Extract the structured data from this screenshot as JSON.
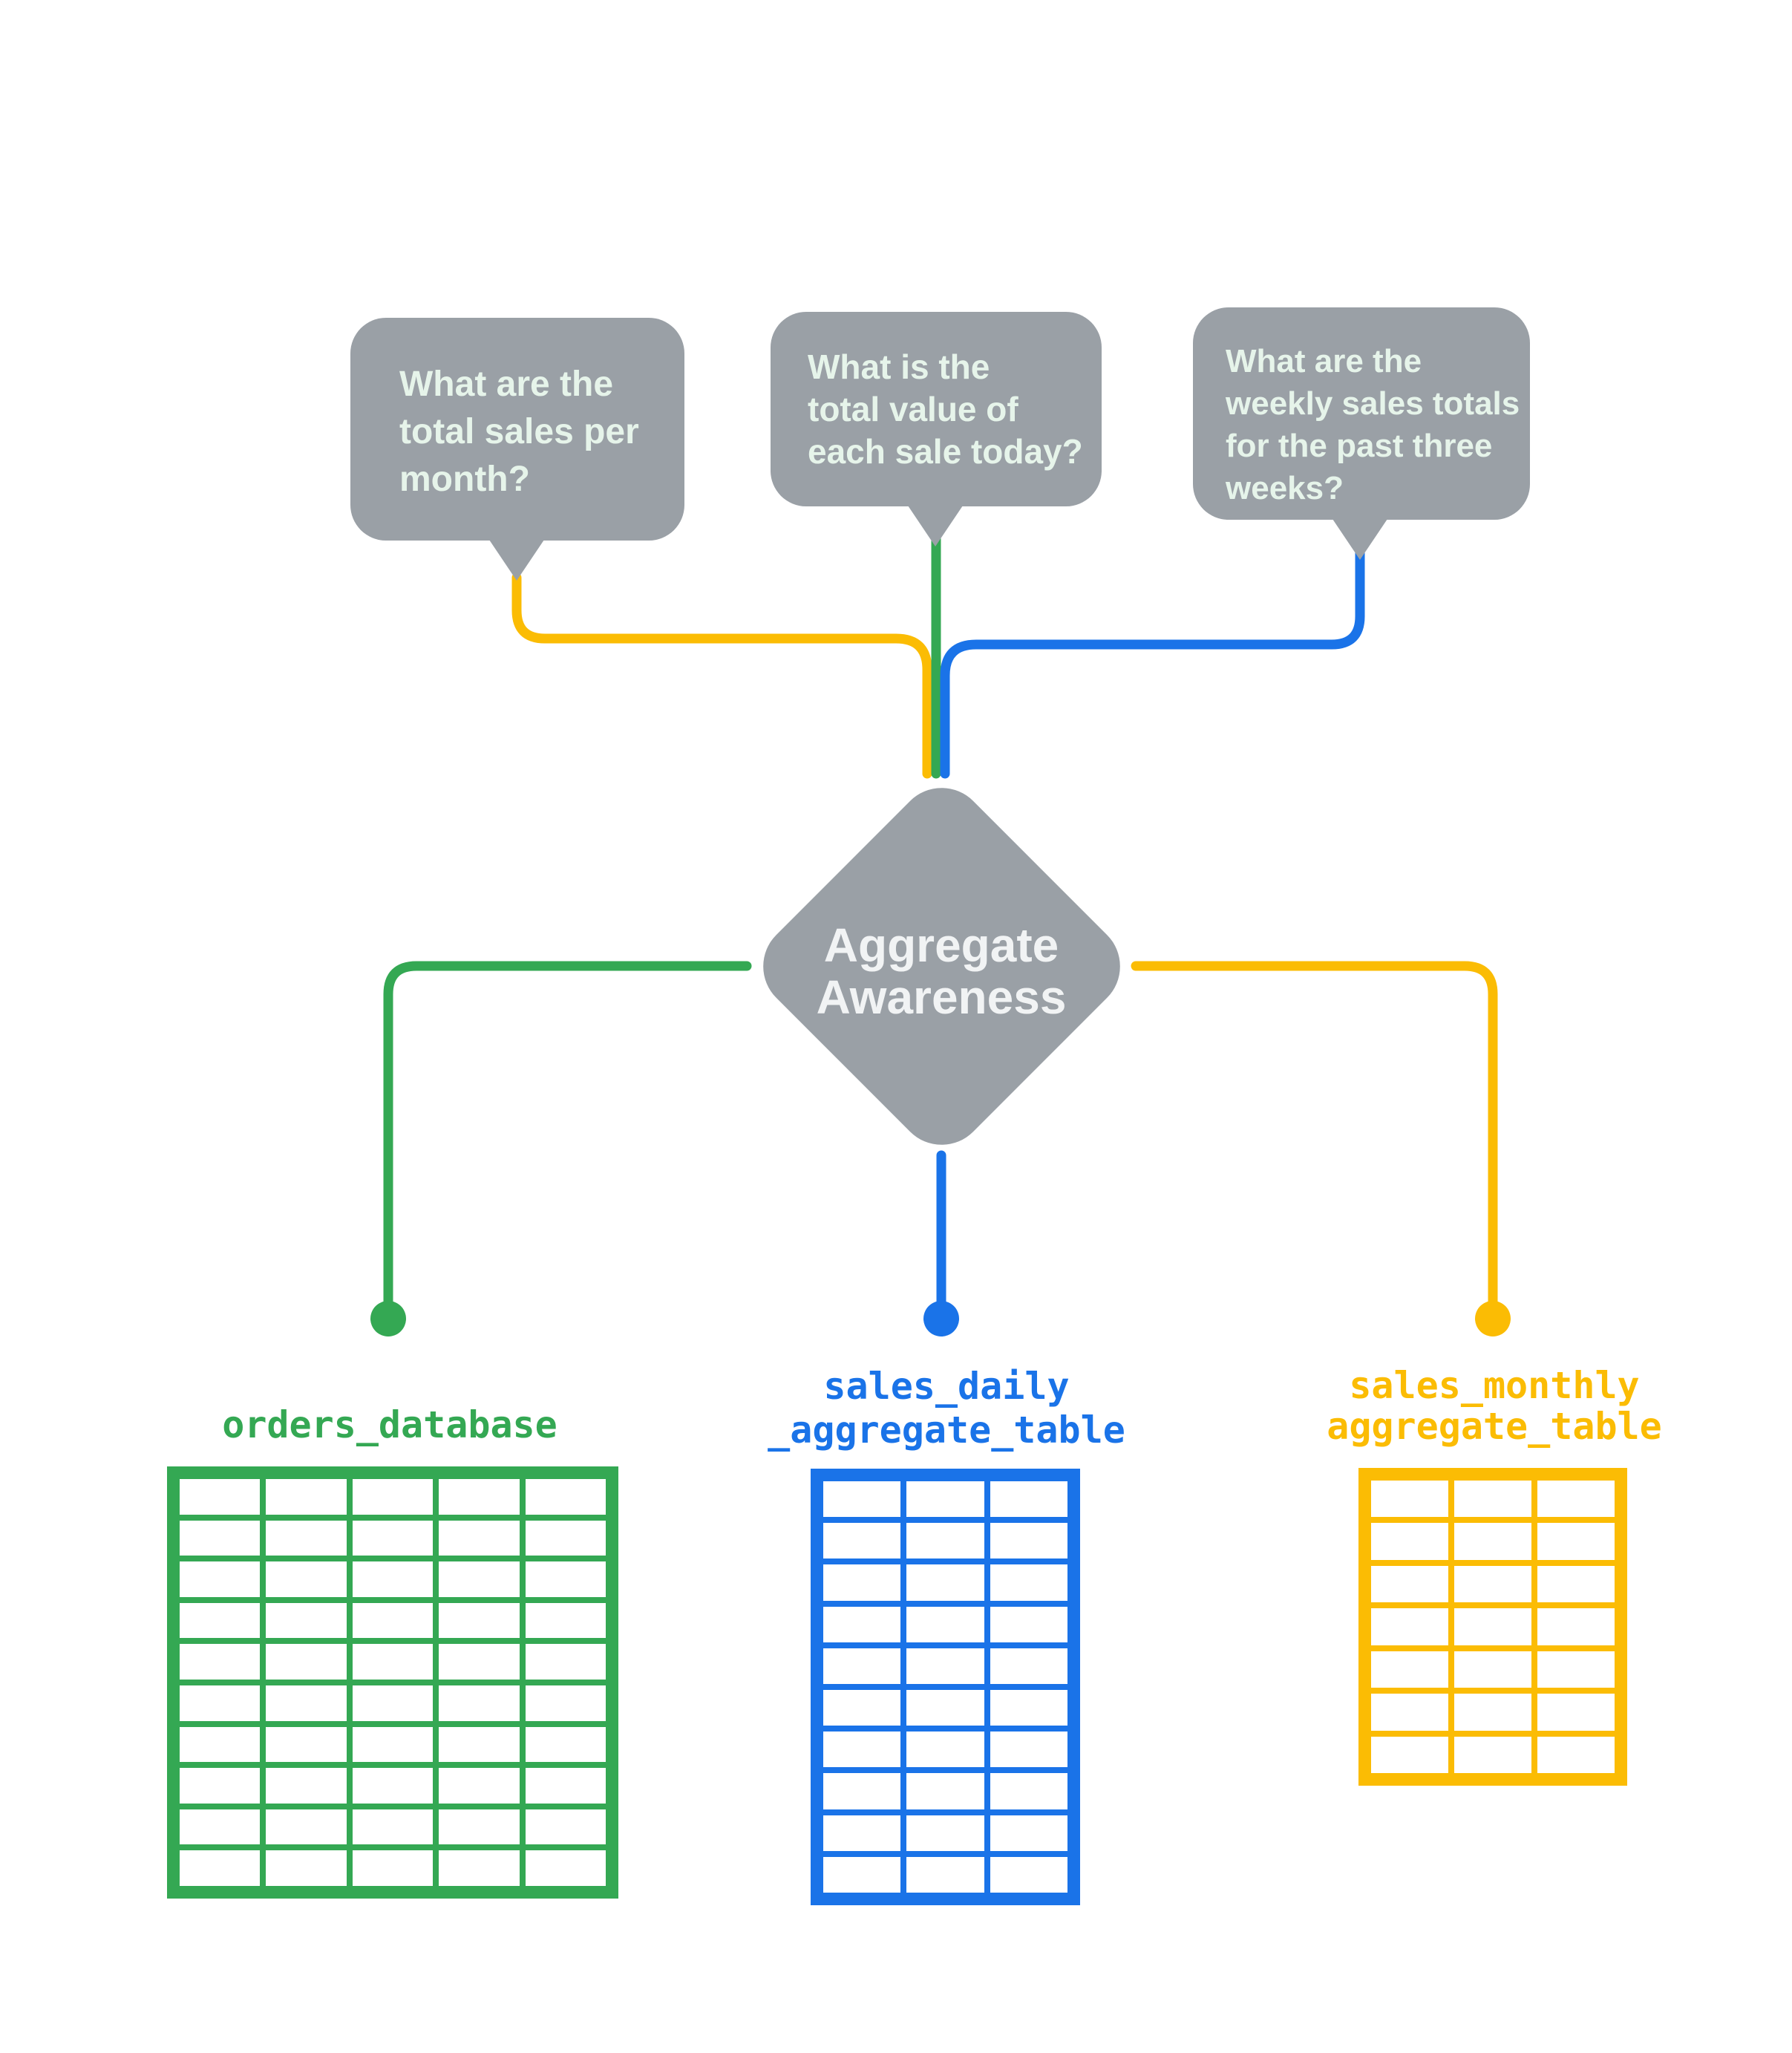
{
  "colors": {
    "background": "#FFFFFF",
    "gray": "#9AA0A6",
    "gray_text": "#E6F4EA",
    "diamond_text": "#F1F3F4",
    "green": "#34A853",
    "blue": "#1A73E8",
    "yellow": "#FBBC04"
  },
  "bubbles": {
    "monthly": {
      "text": "What are the\ntotal sales per\nmonth?",
      "connector_color": "#FBBC04"
    },
    "daily": {
      "text": "What is the\ntotal value of\neach sale today?",
      "connector_color": "#34A853"
    },
    "weekly": {
      "text": "What are the\nweekly sales totals\nfor the past three\nweeks?",
      "connector_color": "#1A73E8"
    }
  },
  "diamond": {
    "label": "Aggregate\nAwareness"
  },
  "tables": {
    "orders": {
      "label": "orders_database",
      "color": "#34A853",
      "columns": 5,
      "rows": 10
    },
    "daily_aggregate": {
      "label": "sales_daily\n_aggregate_table",
      "color": "#1A73E8",
      "columns": 3,
      "rows": 10
    },
    "monthly_aggregate": {
      "label": "sales_monthly\naggregate_table",
      "color": "#FBBC04",
      "columns": 3,
      "rows": 7
    }
  }
}
